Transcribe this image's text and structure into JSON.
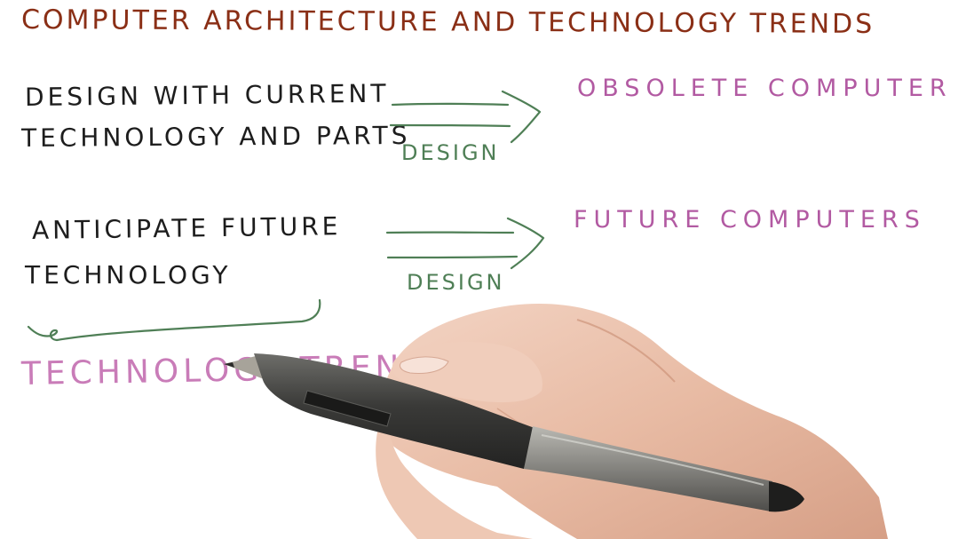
{
  "title": "COMPUTER ARCHITECTURE AND TECHNOLOGY TRENDS",
  "row1": {
    "left_line1": "DESIGN WITH CURRENT",
    "left_line2": "TECHNOLOGY AND PARTS",
    "arrow_label": "DESIGN",
    "result": "OBSOLETE COMPUTER"
  },
  "row2": {
    "left_line1": "ANTICIPATE FUTURE",
    "left_line2": "TECHNOLOGY",
    "arrow_label": "DESIGN",
    "result": "FUTURE COMPUTERS"
  },
  "bottom_label": "TECHNOLOGY TRENDS",
  "colors": {
    "title": "#8a2f16",
    "ink_black": "#1d1d1d",
    "ink_green": "#4f7f56",
    "ink_purple": "#b25aa2",
    "background": "#ffffff"
  }
}
